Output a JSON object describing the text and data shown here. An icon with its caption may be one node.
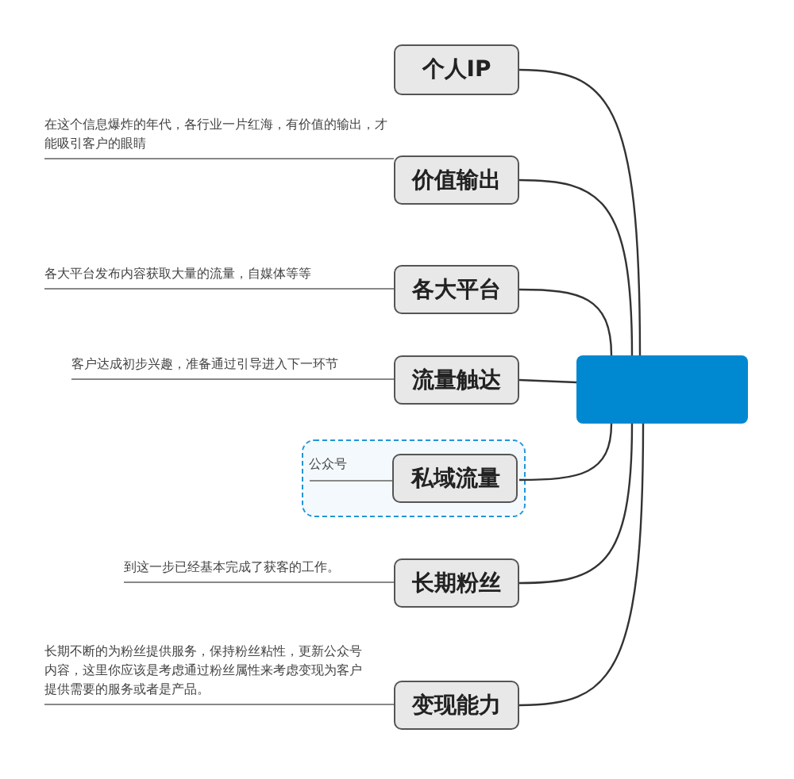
{
  "diagram": {
    "nodes": [
      {
        "text": [],
        "shape": "box"
      },
      {
        "text": [
          "个人IP"
        ]
      },
      {
        "text": [
          "在这个信息爆炸的年代，各行业一片红海，有价值的输出，才能吸引客户的眼睛"
        ]
      },
      {
        "text": [
          "价值输出"
        ]
      },
      {
        "text": [
          "各大平台发布内容获取大量的流量，自媒体等等"
        ]
      },
      {
        "text": [
          "各大平台"
        ]
      },
      {
        "text": [
          "客户达成初步兴趣，准备通过引导进入下一环节"
        ]
      },
      {
        "text": [
          "流量触达"
        ]
      },
      {
        "text": [],
        "shape": "box"
      },
      {
        "text": [
          "公众号"
        ],
        "in": 8
      },
      {
        "text": [
          "私域流量"
        ],
        "in": 8
      },
      {
        "text": [
          "到这一步已经基本完成了获客的工作。"
        ]
      },
      {
        "text": [
          "长期粉丝"
        ]
      },
      {
        "text": [
          "长期不断的为粉丝提供服务，保持粉丝粘性，更新公众号内容，这里你应该是考虑通过粉丝属性来考虑变现为客户提供需要的服务或者是产品。"
        ]
      },
      {
        "text": [
          "变现能力"
        ]
      }
    ],
    "edges": [
      {
        "from": 0,
        "to": 1,
        "arrow": "none"
      },
      {
        "from": 0,
        "to": 3,
        "arrow": "none"
      },
      {
        "from": 0,
        "to": 5,
        "arrow": "none"
      },
      {
        "from": 0,
        "to": 7,
        "arrow": "none"
      },
      {
        "from": 0,
        "to": 10,
        "arrow": "none"
      },
      {
        "from": 0,
        "to": 12,
        "arrow": "none"
      },
      {
        "from": 0,
        "to": 14,
        "arrow": "none"
      },
      {
        "from": 2,
        "to": 3,
        "arrow": "none"
      },
      {
        "from": 4,
        "to": 5,
        "arrow": "none"
      },
      {
        "from": 6,
        "to": 7,
        "arrow": "none"
      },
      {
        "from": 9,
        "to": 10,
        "arrow": "none"
      },
      {
        "from": 11,
        "to": 12,
        "arrow": "none"
      },
      {
        "from": 13,
        "to": 14,
        "arrow": "none"
      }
    ]
  }
}
